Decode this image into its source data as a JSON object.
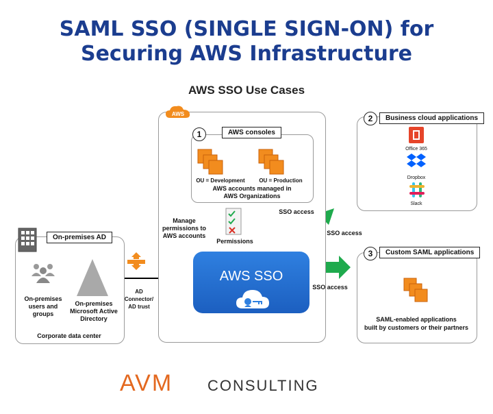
{
  "heading": {
    "line1": "SAML SSO (SINGLE SIGN-ON) for",
    "line2": "Securing AWS Infrastructure"
  },
  "diagram": {
    "subtitle": "AWS SSO Use Cases",
    "aws_badge": "AWS",
    "aws_consoles": {
      "number": "1",
      "title": "AWS consoles",
      "ou_dev": "OU = Development",
      "ou_prod": "OU = Production",
      "caption_line1": "AWS accounts managed in",
      "caption_line2": "AWS Organizations"
    },
    "manage_line1": "Manage",
    "manage_line2": "permissions to",
    "manage_line3": "AWS accounts",
    "permissions": "Permissions",
    "sso_label": "AWS SSO",
    "sso_access_up": "SSO access",
    "sso_access_diag": "SSO access",
    "sso_access_right": "SSO access",
    "business": {
      "number": "2",
      "title": "Business cloud applications",
      "apps": [
        "Office 365",
        "Dropbox",
        "Slack"
      ]
    },
    "custom": {
      "number": "3",
      "title": "Custom SAML applications",
      "caption_line1": "SAML-enabled applications",
      "caption_line2": "built by customers or their partners"
    },
    "onprem": {
      "title": "On-premises AD",
      "users_line1": "On-premises",
      "users_line2": "users and",
      "users_line3": "groups",
      "ad_line1": "On-premises",
      "ad_line2": "Microsoft Active",
      "ad_line3": "Directory",
      "footer": "Corporate data center"
    },
    "connector_line1": "AD",
    "connector_line2": "Connector/",
    "connector_line3": "AD trust"
  },
  "brand": {
    "avm": "AVM",
    "consulting": "CONSULTING"
  },
  "colors": {
    "title_blue": "#1b3d8f",
    "orange": "#f28c1e",
    "sso_blue": "#2f80e0",
    "arrow_green": "#1faa4d"
  }
}
